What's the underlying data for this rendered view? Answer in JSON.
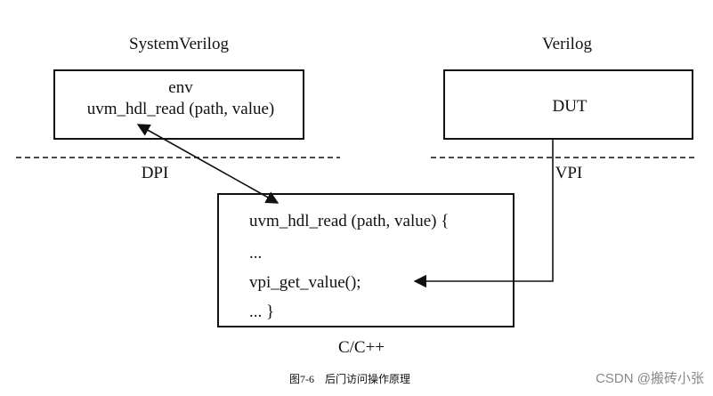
{
  "labels": {
    "system_verilog": "SystemVerilog",
    "verilog": "Verilog",
    "dpi": "DPI",
    "vpi": "VPI",
    "c_cpp": "C/C++"
  },
  "env_box": {
    "line1": "env",
    "line2": "uvm_hdl_read (path, value)"
  },
  "dut_box": {
    "label": "DUT"
  },
  "c_box": {
    "line1": "uvm_hdl_read (path, value) {",
    "line2": "...",
    "line3": "vpi_get_value();",
    "line4": "... }"
  },
  "caption": "图7-6　后门访问操作原理",
  "watermark": "CSDN @搬砖小张"
}
